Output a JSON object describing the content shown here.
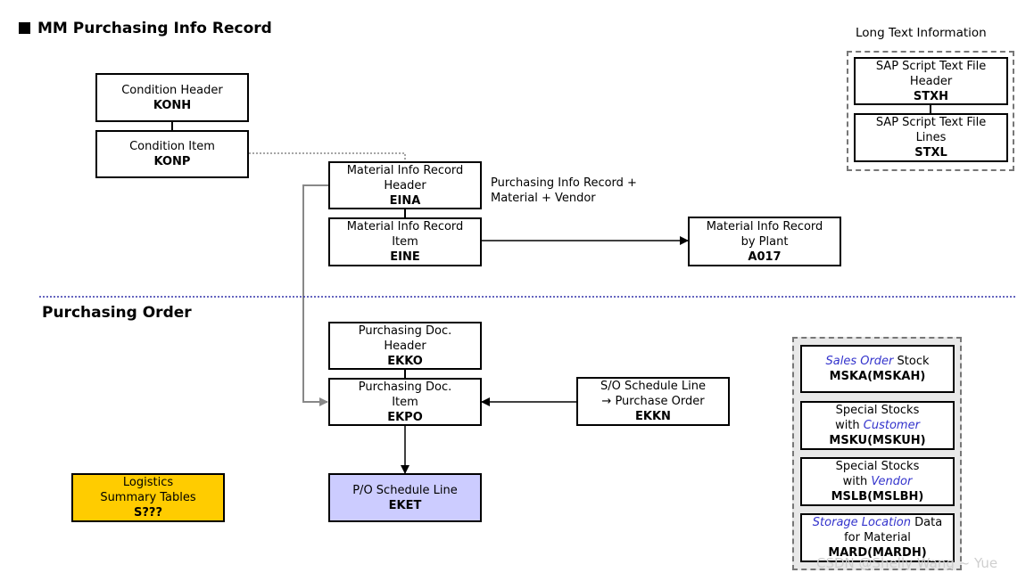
{
  "titles": {
    "mm_info_record": "MM Purchasing Info Record",
    "purchasing_order": "Purchasing Order",
    "long_text": "Long Text Information"
  },
  "note_purchasing_info": [
    "Purchasing Info Record +",
    "Material + Vendor"
  ],
  "boxes": {
    "konh": {
      "lines": [
        "Condition Header"
      ],
      "code": "KONH"
    },
    "konp": {
      "lines": [
        "Condition Item"
      ],
      "code": "KONP"
    },
    "eina": {
      "lines": [
        "Material Info Record",
        "Header"
      ],
      "code": "EINA"
    },
    "eine": {
      "lines": [
        "Material Info Record",
        "Item"
      ],
      "code": "EINE"
    },
    "a017": {
      "lines": [
        "Material Info Record",
        "by Plant"
      ],
      "code": "A017"
    },
    "stxh": {
      "lines": [
        "SAP Script Text File",
        "Header"
      ],
      "code": "STXH"
    },
    "stxl": {
      "lines": [
        "SAP Script Text File",
        "Lines"
      ],
      "code": "STXL"
    },
    "ekko": {
      "lines": [
        "Purchasing Doc.",
        "Header"
      ],
      "code": "EKKO"
    },
    "ekpo": {
      "lines": [
        "Purchasing Doc.",
        "Item"
      ],
      "code": "EKPO"
    },
    "ekkn": {
      "lines": [
        "S/O Schedule Line",
        "→ Purchase Order"
      ],
      "code": "EKKN"
    },
    "eket": {
      "lines": [
        "P/O Schedule Line"
      ],
      "code": "EKET"
    },
    "logistics": {
      "lines": [
        "Logistics",
        "Summary Tables"
      ],
      "code": "S???"
    },
    "mska": {
      "emph": "Sales Order",
      "rest": " Stock",
      "code": "MSKA(MSKAH)"
    },
    "msku": {
      "line1": "Special Stocks",
      "pre": "with ",
      "emph": "Customer",
      "code": "MSKU(MSKUH)"
    },
    "mslb": {
      "line1": "Special Stocks",
      "pre": "with ",
      "emph": "Vendor",
      "code": "MSLB(MSLBH)"
    },
    "mard": {
      "emph": "Storage Location",
      "rest": " Data",
      "line2": "for Material",
      "code": "MARD(MARDH)"
    }
  },
  "colors": {
    "eket_fill": "#ccccff",
    "logistics_fill": "#ffcc00",
    "stock_panel_fill": "#e8e8e8",
    "divider": "#3333aa",
    "emphasis": "#3333cc"
  },
  "watermark": "CSDN @Shelly Wang ~ Yue"
}
